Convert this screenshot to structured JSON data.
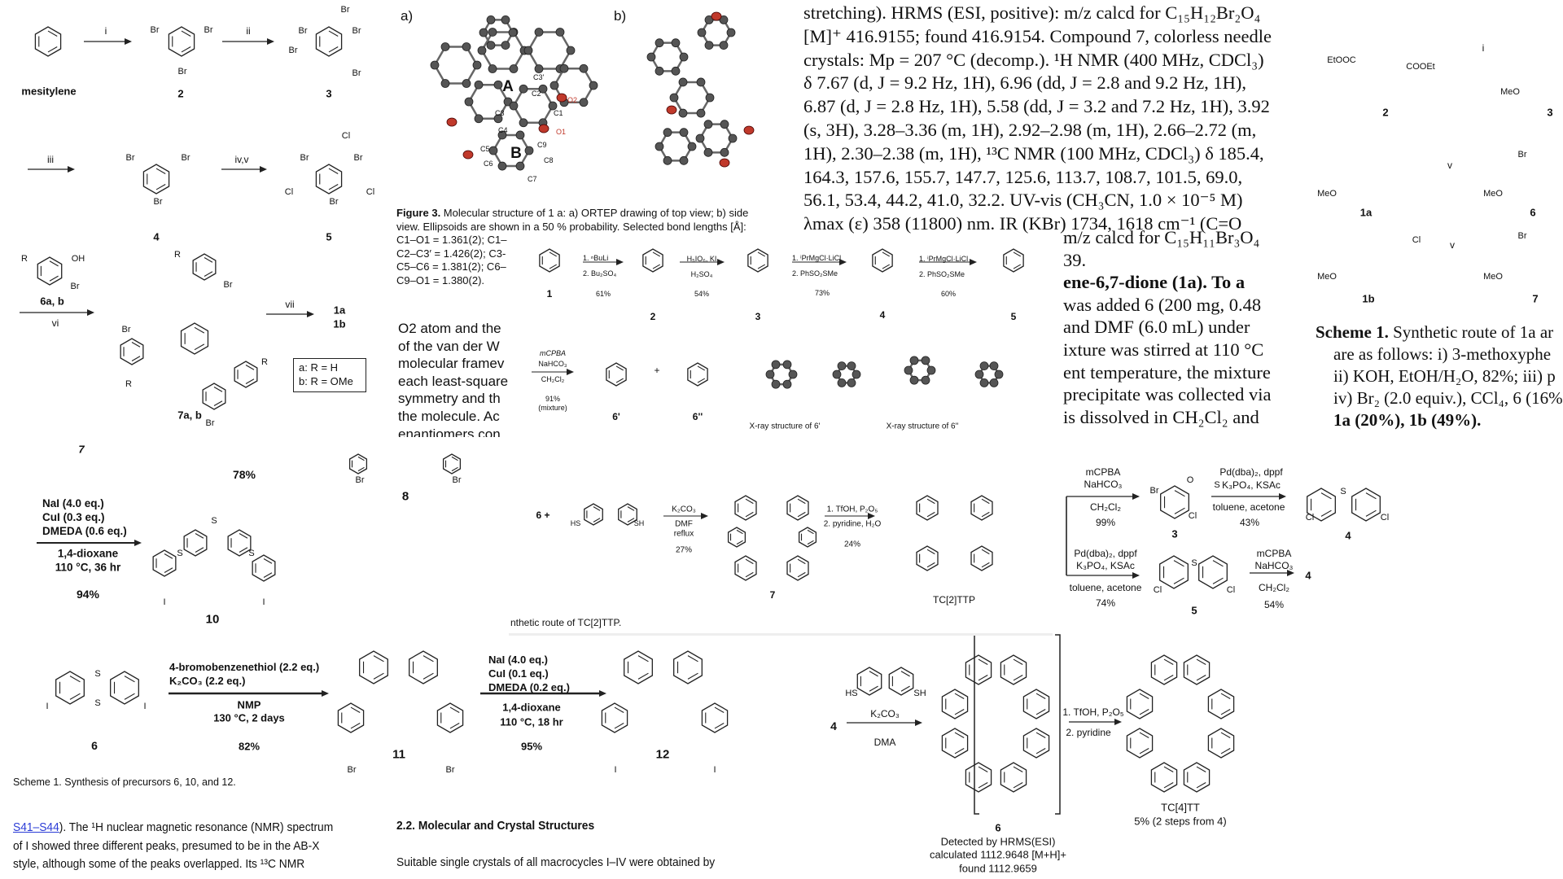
{
  "panel_a": {
    "mesitylene": "mesitylene",
    "steps": [
      "i",
      "ii",
      "iii",
      "iv,v",
      "vi",
      "vii"
    ],
    "compounds": [
      "2",
      "3",
      "4",
      "5",
      "6a, b",
      "7a, b",
      "1a",
      "1b"
    ],
    "atoms": {
      "br": "Br",
      "cl": "Cl",
      "r": "R",
      "oh": "OH"
    },
    "legend": [
      "a: R = H",
      "b: R = OMe"
    ]
  },
  "figure3": {
    "panel_labels": [
      "a)",
      "b)"
    ],
    "ring_labels": [
      "A",
      "B"
    ],
    "atom_labels": [
      "C3'",
      "C2",
      "C1",
      "O2",
      "O1",
      "C3",
      "C4",
      "C5",
      "C6",
      "C7",
      "C8",
      "C9"
    ],
    "caption_label": "Figure 3.",
    "caption_lines": [
      " Molecular structure of 1 a: a) ORTEP drawing of top view; b) side",
      "view. Ellipsoids are shown in a 50 % probability. Selected bond lengths [Å]:",
      "C1–O1 = 1.361(2); C1–",
      "C2–C3′ = 1.426(2); C3-",
      "C5–C6 = 1.381(2); C6–",
      "C9–O1 = 1.380(2)."
    ],
    "body_lines": [
      "O2 atom and the",
      "of the van der W",
      "molecular framev",
      "each least-square",
      "symmetry and th",
      "the molecule. Ac",
      "enantiomers con"
    ]
  },
  "right_text": {
    "lines": [
      "stretching). HRMS (ESI, positive): m/z calcd for C₁₅H₁₂Br₂O₄",
      "[M]⁺ 416.9155; found 416.9154. Compound 7, colorless needle",
      "crystals: Mp = 207 °C (decomp.). ¹H NMR (400 MHz, CDCl₃)",
      "δ 7.67 (d, J = 9.2 Hz, 1H), 6.96 (dd, J = 2.8 and 9.2 Hz, 1H),",
      "6.87 (d, J = 2.8 Hz, 1H), 5.58 (dd, J = 3.2 and 7.2 Hz, 1H), 3.92",
      "(s, 3H), 3.28–3.36 (m, 1H), 2.92–2.98 (m, 1H), 2.66–2.72 (m,",
      "1H), 2.30–2.38 (m, 1H), ¹³C NMR (100 MHz, CDCl₃) δ 185.4,",
      "164.3, 157.6, 155.7, 147.7, 125.6, 113.7, 108.7, 101.5, 69.0,",
      "56.1, 53.4, 44.2, 41.0, 32.2. UV-vis (CH₃CN, 1.0 × 10⁻⁵ M)",
      "λmax (ε) 358 (11800) nm. IR (KBr) 1734, 1618 cm⁻¹ (C=O"
    ],
    "lines2": [
      "m/z calcd for C₁₅H₁₁Br₃O₄",
      "39.",
      "ene-6,7-dione (1a).   To a",
      "was added 6 (200 mg, 0.48",
      "and DMF (6.0 mL) under",
      "ixture was stirred at 110 °C",
      "ent temperature, the mixture",
      "precipitate was collected via",
      "is dissolved in CH₂Cl₂ and"
    ]
  },
  "middle_scheme": {
    "compounds": [
      "1",
      "2",
      "3",
      "4",
      "5",
      "6'",
      "6''"
    ],
    "step1": [
      "1. ⁿBuLi",
      "2. Bu₂SO₄",
      "61%"
    ],
    "step2": [
      "H₅IO₆, KI",
      "H₂SO₄",
      "54%"
    ],
    "step3": [
      "1. ⁱPrMgCl·LiCl",
      "2. PhSO₂SMe",
      "73%"
    ],
    "step4": [
      "1. ⁱPrMgCl·LiCl",
      "2. PhSO₂SMe",
      "60%"
    ],
    "step5": [
      "mCPBA",
      "NaHCO₃",
      "CH₂Cl₂",
      "91%",
      "(mixture)"
    ],
    "plus": "+",
    "xray": [
      "X-ray structure of 6'",
      "X-ray structure of 6''"
    ]
  },
  "right_scheme": {
    "compounds": [
      "2",
      "3",
      "1a",
      "6",
      "1b",
      "7"
    ],
    "steps": [
      "i",
      "v",
      "v"
    ],
    "groups": [
      "EtOOC",
      "COOEt",
      "MeO",
      "Br",
      "Cl"
    ],
    "caption_label": "Scheme 1.",
    "caption_lines": [
      " Synthetic route of 1a ar",
      "are as follows: i) 3-methoxyphe",
      "ii) KOH, EtOH/H₂O, 82%; iii) p",
      "iv) Br₂ (2.0 equiv.), CCl₄, 6 (16%",
      "1a (20%), 1b (49%)."
    ]
  },
  "scheme_10": {
    "top_fragment": [
      "7",
      "78%",
      "8",
      "Br"
    ],
    "reagents": [
      "NaI (4.0 eq.)",
      "CuI (0.3 eq.)",
      "DMEDA (0.6 eq.)"
    ],
    "conditions": [
      "1,4-dioxane",
      "110 °C, 36 hr"
    ],
    "yield": "94%",
    "compound": "10",
    "atoms": [
      "S",
      "I"
    ]
  },
  "scheme_tc2ttp": {
    "start": "6 +",
    "thiol_groups": [
      "HS",
      "SH"
    ],
    "step1": [
      "K₂CO₃",
      "DMF",
      "reflux",
      "27%"
    ],
    "intermediate": "7",
    "step2": [
      "1. TfOH, P₂O₅",
      "2. pyridine, H₂O",
      "24%"
    ],
    "product": "TC[2]TTP",
    "caption": "nthetic route of TC[2]TTP."
  },
  "scheme_right_mid": {
    "upper1": [
      "mCPBA",
      "NaHCO₃",
      "CH₂Cl₂",
      "99%"
    ],
    "upper2": [
      "Pd(dba)₂, dppf",
      "K₃PO₄, KSAc",
      "toluene, acetone",
      "43%"
    ],
    "lower1": [
      "Pd(dba)₂, dppf",
      "K₃PO₄, KSAc",
      "toluene, acetone",
      "74%"
    ],
    "lower2": [
      "mCPBA",
      "NaHCO₃",
      "CH₂Cl₂",
      "54%"
    ],
    "compounds": [
      "3",
      "4",
      "5",
      "4"
    ],
    "atoms": [
      "Br",
      "Cl",
      "S",
      "O"
    ]
  },
  "scheme_precursors": {
    "start": "6",
    "step1": [
      "4-bromobenzenethiol (2.2 eq.)",
      "K₂CO₃ (2.2 eq.)",
      "NMP",
      "130 °C, 2 days",
      "82%"
    ],
    "intermediate": "11",
    "step2": [
      "NaI (4.0 eq.)",
      "CuI (0.1 eq.)",
      "DMEDA (0.2 eq.)",
      "1,4-dioxane",
      "110 °C, 18 hr",
      "95%"
    ],
    "product": "12",
    "caption": "Scheme 1. Synthesis of precursors 6, 10, and 12.",
    "atoms": [
      "S",
      "I",
      "Br"
    ]
  },
  "bottom_text": {
    "link": "S41–S44",
    "col1": [
      "). The ¹H nuclear magnetic resonance (NMR) spectrum",
      "of I showed three different peaks, presumed to be in the AB-X",
      "style, although some of the peaks overlapped. Its ¹³C NMR"
    ],
    "heading": "2.2. Molecular and Crystal Structures",
    "col2": "Suitable single crystals of all macrocycles I–IV were obtained by"
  },
  "scheme_tc4tt": {
    "start": "4",
    "thiol_groups": [
      "HS",
      "SH"
    ],
    "step1": [
      "K₂CO₃",
      "DMA"
    ],
    "step2": [
      "1. TfOH, P₂O₅",
      "2. pyridine"
    ],
    "intermediate": "6",
    "hrms": [
      "Detected by HRMS(ESI)",
      "calculated 1112.9648 [M+H]+",
      "found 1112.9659"
    ],
    "product": "TC[4]TT",
    "yield": "5% (2 steps from 4)"
  },
  "colors": {
    "oxygen": "#c0392b",
    "carbon": "#555555",
    "sulfur": "#c9a227",
    "chlorine": "#3aa935",
    "link": "#2a3bd6"
  }
}
